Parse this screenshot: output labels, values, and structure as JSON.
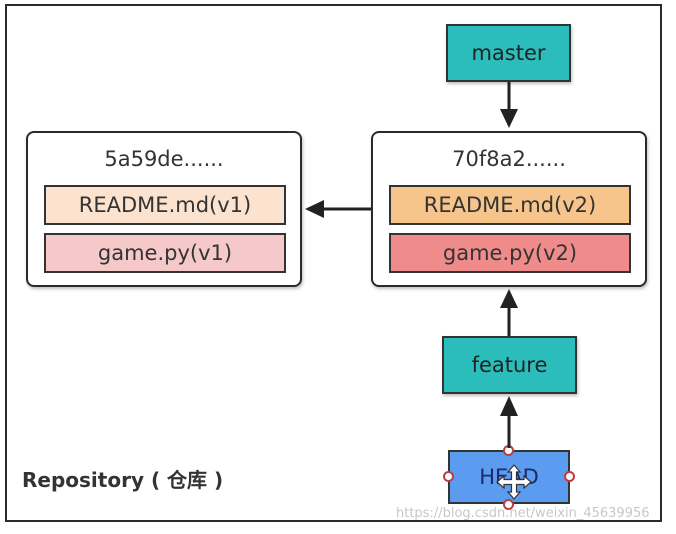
{
  "commits": [
    {
      "id": "5a59de......",
      "files": [
        {
          "name": "README.md(v1)",
          "color": "#fce3cf"
        },
        {
          "name": "game.py(v1)",
          "color": "#f5c9c9"
        }
      ]
    },
    {
      "id": "70f8a2......",
      "files": [
        {
          "name": "README.md(v2)",
          "color": "#f7c48c"
        },
        {
          "name": "game.py(v2)",
          "color": "#ef8b8b"
        }
      ]
    }
  ],
  "refs": {
    "master": "master",
    "feature": "feature",
    "head": "HEAD"
  },
  "colors": {
    "ref_fill": "#2bbcbc",
    "head_fill": "#5b9bf0"
  },
  "repository_label": "Repository ( 仓库 )",
  "watermark": "https://blog.csdn.net/weixin_45639956"
}
